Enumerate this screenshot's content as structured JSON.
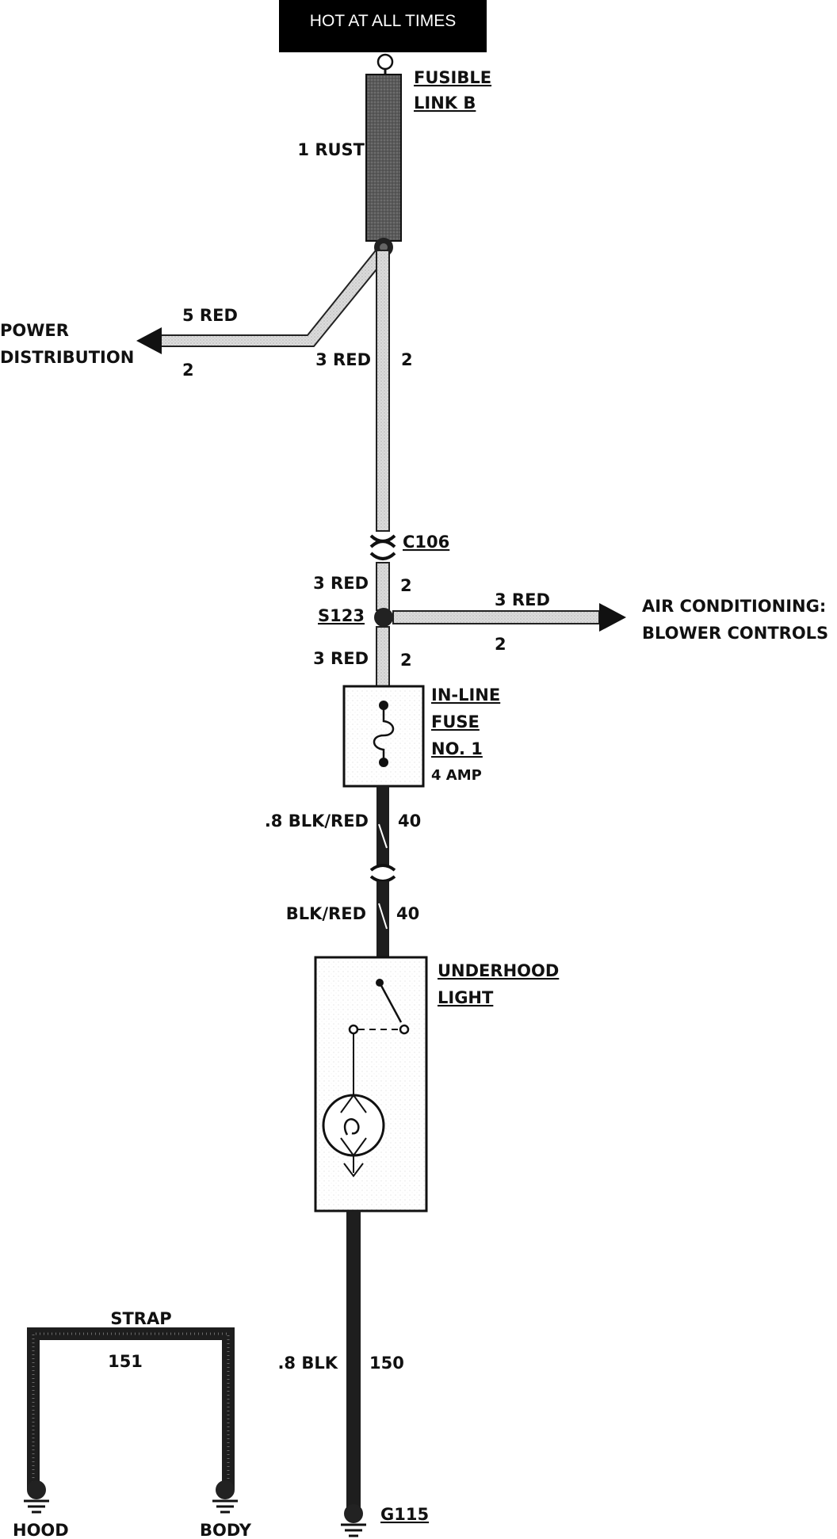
{
  "header": {
    "hot_label": "HOT AT ALL TIMES"
  },
  "fusible_link": {
    "line1": "FUSIBLE",
    "line2": "LINK B",
    "wire_label": "1 RUST"
  },
  "power_distribution": {
    "line1": "POWER",
    "line2": "DISTRIBUTION",
    "wire_color": "5 RED",
    "wire_circuit": "2"
  },
  "main_wire_upper": {
    "color": "3 RED",
    "circuit": "2"
  },
  "connector_c106": {
    "label": "C106"
  },
  "wire_to_splice": {
    "color": "3 RED",
    "circuit": "2"
  },
  "splice": {
    "label": "S123"
  },
  "air_conditioning": {
    "line1": "AIR CONDITIONING:",
    "line2": "BLOWER CONTROLS",
    "wire_color": "3 RED",
    "wire_circuit": "2"
  },
  "wire_to_fuse": {
    "color": "3 RED",
    "circuit": "2"
  },
  "fuse": {
    "line1": "IN-LINE",
    "line2": "FUSE",
    "line3": "NO. 1",
    "rating": "4 AMP"
  },
  "wire_fuse_out": {
    "color": ".8 BLK/RED",
    "circuit": "40"
  },
  "wire_to_light": {
    "color": "BLK/RED",
    "circuit": "40"
  },
  "underhood_light": {
    "line1": "UNDERHOOD",
    "line2": "LIGHT"
  },
  "ground_wire": {
    "color": ".8 BLK",
    "circuit": "150"
  },
  "ground_g115": {
    "label": "G115"
  },
  "strap": {
    "label": "STRAP",
    "circuit": "151",
    "left_end": "HOOD",
    "right_end": "BODY"
  },
  "colors": {
    "wire_fill": "#d9d9d9",
    "wire_outline": "#222222",
    "link_fill": "#555555",
    "black_wire": "#1e1e1e"
  }
}
